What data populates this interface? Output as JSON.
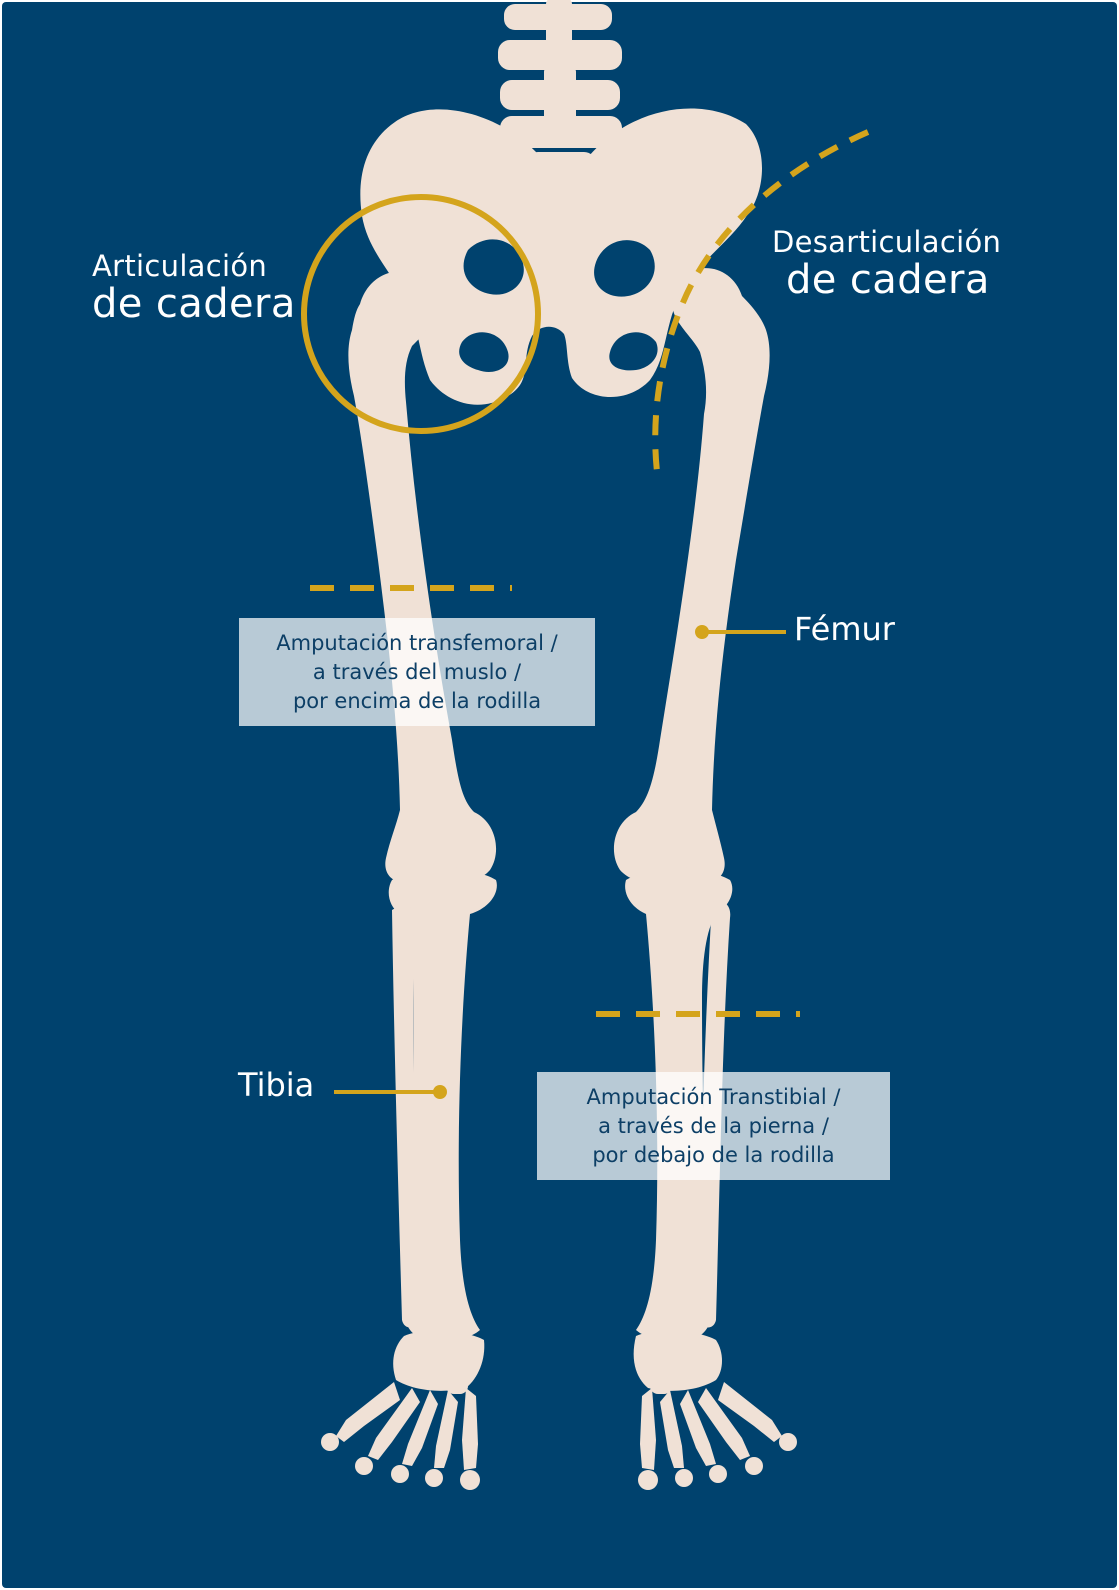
{
  "colors": {
    "background": "#00426e",
    "bone": "#f0e1d6",
    "accent": "#d4a41c",
    "label_text": "#ffffff",
    "box_text": "#0d3f66"
  },
  "labels": {
    "hip_joint": [
      "Articulación",
      "de cadera"
    ],
    "hip_disarticulation": [
      "Desarticulación",
      "de cadera"
    ],
    "femur": "Fémur",
    "tibia": "Tibia"
  },
  "boxes": {
    "transfemoral": [
      "Amputación transfemoral /",
      "a través del muslo /",
      "por encima de la rodilla"
    ],
    "transtibial": [
      "Amputación Transtibial /",
      "a través de la pierna /",
      "por debajo de la rodilla"
    ]
  }
}
